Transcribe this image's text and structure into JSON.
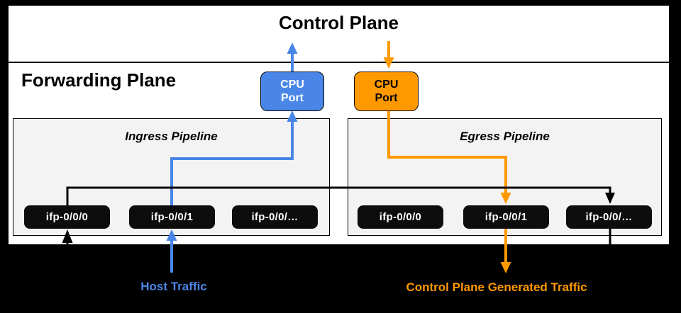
{
  "colors": {
    "background": "#000000",
    "canvas": "#ffffff",
    "host_traffic_blue": "#4a86e8",
    "control_traffic_orange": "#ff9900",
    "pipeline_fill": "#f3f3f3",
    "port_chip_fill": "#0d0d0d"
  },
  "control_plane": {
    "title": "Control Plane"
  },
  "forwarding_plane": {
    "title": "Forwarding Plane"
  },
  "cpu_ports": {
    "host": {
      "line1": "CPU",
      "line2": "Port"
    },
    "control": {
      "line1": "CPU",
      "line2": "Port"
    }
  },
  "pipelines": {
    "ingress": {
      "title": "Ingress Pipeline",
      "ports": [
        "ifp-0/0/0",
        "ifp-0/0/1",
        "ifp-0/0/…"
      ]
    },
    "egress": {
      "title": "Egress Pipeline",
      "ports": [
        "ifp-0/0/0",
        "ifp-0/0/1",
        "ifp-0/0/…"
      ]
    }
  },
  "legend": {
    "host_traffic": "Host Traffic",
    "control_plane_traffic": "Control Plane Generated Traffic"
  }
}
